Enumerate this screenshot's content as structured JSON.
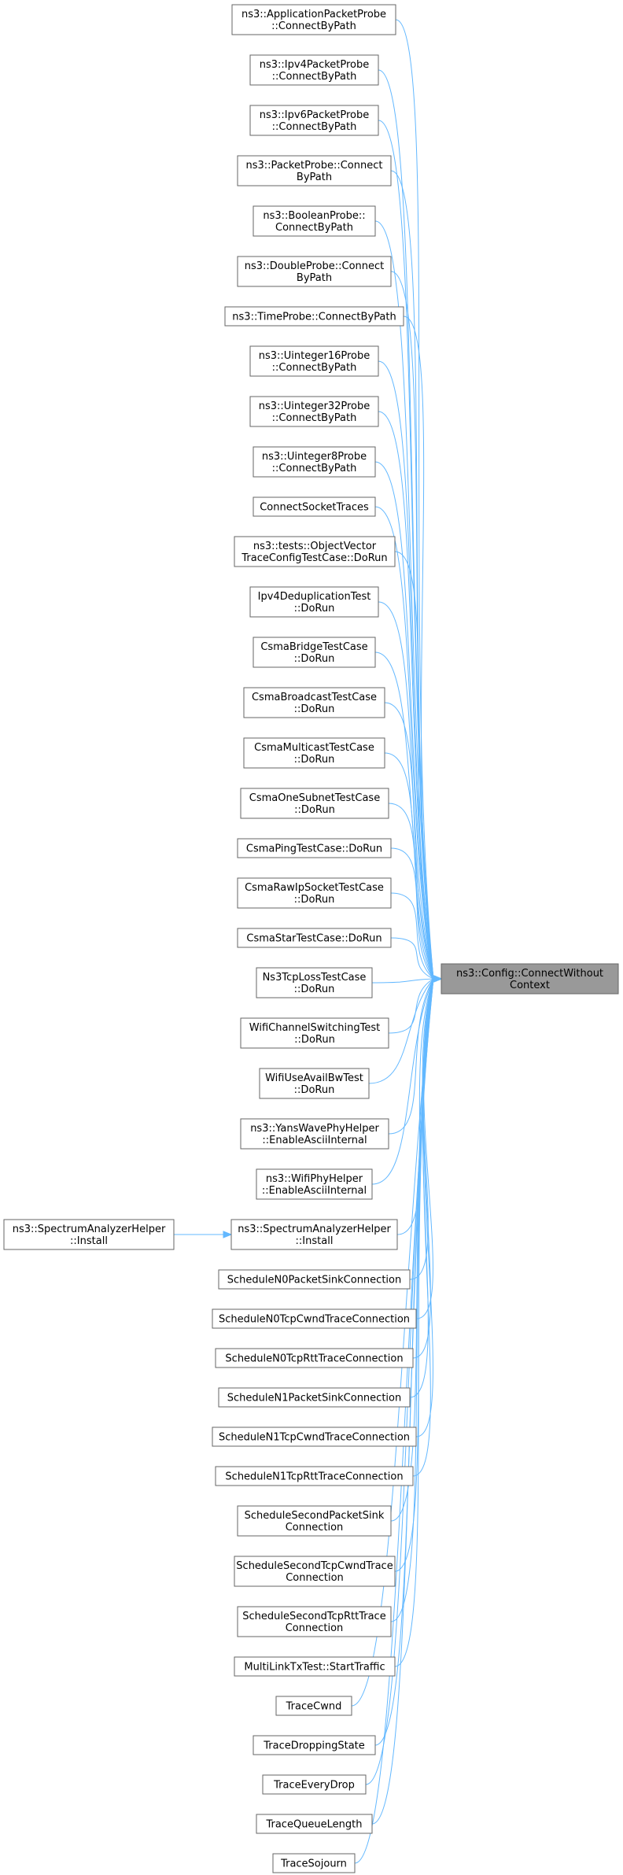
{
  "target": {
    "id": "target",
    "lines": [
      "ns3::Config::ConnectWithout",
      "Context"
    ]
  },
  "callers": [
    {
      "id": "n1",
      "lines": [
        "ns3::ApplicationPacketProbe",
        "::ConnectByPath"
      ]
    },
    {
      "id": "n2",
      "lines": [
        "ns3::Ipv4PacketProbe",
        "::ConnectByPath"
      ]
    },
    {
      "id": "n3",
      "lines": [
        "ns3::Ipv6PacketProbe",
        "::ConnectByPath"
      ]
    },
    {
      "id": "n4",
      "lines": [
        "ns3::PacketProbe::Connect",
        "ByPath"
      ]
    },
    {
      "id": "n5",
      "lines": [
        "ns3::BooleanProbe::",
        "ConnectByPath"
      ]
    },
    {
      "id": "n6",
      "lines": [
        "ns3::DoubleProbe::Connect",
        "ByPath"
      ]
    },
    {
      "id": "n7",
      "lines": [
        "ns3::TimeProbe::ConnectByPath"
      ]
    },
    {
      "id": "n8",
      "lines": [
        "ns3::Uinteger16Probe",
        "::ConnectByPath"
      ]
    },
    {
      "id": "n9",
      "lines": [
        "ns3::Uinteger32Probe",
        "::ConnectByPath"
      ]
    },
    {
      "id": "n10",
      "lines": [
        "ns3::Uinteger8Probe",
        "::ConnectByPath"
      ]
    },
    {
      "id": "n11",
      "lines": [
        "ConnectSocketTraces"
      ]
    },
    {
      "id": "n12",
      "lines": [
        "ns3::tests::ObjectVector",
        "TraceConfigTestCase::DoRun"
      ]
    },
    {
      "id": "n13",
      "lines": [
        "Ipv4DeduplicationTest",
        "::DoRun"
      ]
    },
    {
      "id": "n14",
      "lines": [
        "CsmaBridgeTestCase",
        "::DoRun"
      ]
    },
    {
      "id": "n15",
      "lines": [
        "CsmaBroadcastTestCase",
        "::DoRun"
      ]
    },
    {
      "id": "n16",
      "lines": [
        "CsmaMulticastTestCase",
        "::DoRun"
      ]
    },
    {
      "id": "n17",
      "lines": [
        "CsmaOneSubnetTestCase",
        "::DoRun"
      ]
    },
    {
      "id": "n18",
      "lines": [
        "CsmaPingTestCase::DoRun"
      ]
    },
    {
      "id": "n19",
      "lines": [
        "CsmaRawIpSocketTestCase",
        "::DoRun"
      ]
    },
    {
      "id": "n20",
      "lines": [
        "CsmaStarTestCase::DoRun"
      ]
    },
    {
      "id": "n21",
      "lines": [
        "Ns3TcpLossTestCase",
        "::DoRun"
      ]
    },
    {
      "id": "n22",
      "lines": [
        "WifiChannelSwitchingTest",
        "::DoRun"
      ]
    },
    {
      "id": "n23",
      "lines": [
        "WifiUseAvailBwTest",
        "::DoRun"
      ]
    },
    {
      "id": "n24",
      "lines": [
        "ns3::YansWavePhyHelper",
        "::EnableAsciiInternal"
      ]
    },
    {
      "id": "n25",
      "lines": [
        "ns3::WifiPhyHelper",
        "::EnableAsciiInternal"
      ]
    },
    {
      "id": "n26",
      "lines": [
        "ns3::SpectrumAnalyzerHelper",
        "::Install"
      ]
    },
    {
      "id": "n27",
      "lines": [
        "ScheduleN0PacketSinkConnection"
      ]
    },
    {
      "id": "n28",
      "lines": [
        "ScheduleN0TcpCwndTraceConnection"
      ]
    },
    {
      "id": "n29",
      "lines": [
        "ScheduleN0TcpRttTraceConnection"
      ]
    },
    {
      "id": "n30",
      "lines": [
        "ScheduleN1PacketSinkConnection"
      ]
    },
    {
      "id": "n31",
      "lines": [
        "ScheduleN1TcpCwndTraceConnection"
      ]
    },
    {
      "id": "n32",
      "lines": [
        "ScheduleN1TcpRttTraceConnection"
      ]
    },
    {
      "id": "n33",
      "lines": [
        "ScheduleSecondPacketSink",
        "Connection"
      ]
    },
    {
      "id": "n34",
      "lines": [
        "ScheduleSecondTcpCwndTrace",
        "Connection"
      ]
    },
    {
      "id": "n35",
      "lines": [
        "ScheduleSecondTcpRttTrace",
        "Connection"
      ]
    },
    {
      "id": "n36",
      "lines": [
        "MultiLinkTxTest::StartTraffic"
      ]
    },
    {
      "id": "n37",
      "lines": [
        "TraceCwnd"
      ]
    },
    {
      "id": "n38",
      "lines": [
        "TraceDroppingState"
      ]
    },
    {
      "id": "n39",
      "lines": [
        "TraceEveryDrop"
      ]
    },
    {
      "id": "n40",
      "lines": [
        "TraceQueueLength"
      ]
    },
    {
      "id": "n41",
      "lines": [
        "TraceSojourn"
      ]
    }
  ],
  "outer_callers": [
    {
      "id": "n42",
      "lines": [
        "ns3::SpectrumAnalyzerHelper",
        "::Install"
      ]
    }
  ],
  "edges": [
    [
      "n1",
      "target"
    ],
    [
      "n2",
      "target"
    ],
    [
      "n3",
      "target"
    ],
    [
      "n4",
      "target"
    ],
    [
      "n5",
      "target"
    ],
    [
      "n6",
      "target"
    ],
    [
      "n7",
      "target"
    ],
    [
      "n8",
      "target"
    ],
    [
      "n9",
      "target"
    ],
    [
      "n10",
      "target"
    ],
    [
      "n11",
      "target"
    ],
    [
      "n12",
      "target"
    ],
    [
      "n13",
      "target"
    ],
    [
      "n14",
      "target"
    ],
    [
      "n15",
      "target"
    ],
    [
      "n16",
      "target"
    ],
    [
      "n17",
      "target"
    ],
    [
      "n18",
      "target"
    ],
    [
      "n19",
      "target"
    ],
    [
      "n20",
      "target"
    ],
    [
      "n21",
      "target"
    ],
    [
      "n22",
      "target"
    ],
    [
      "n23",
      "target"
    ],
    [
      "n24",
      "target"
    ],
    [
      "n25",
      "target"
    ],
    [
      "n26",
      "target"
    ],
    [
      "n27",
      "target"
    ],
    [
      "n28",
      "target"
    ],
    [
      "n29",
      "target"
    ],
    [
      "n30",
      "target"
    ],
    [
      "n31",
      "target"
    ],
    [
      "n32",
      "target"
    ],
    [
      "n33",
      "target"
    ],
    [
      "n34",
      "target"
    ],
    [
      "n35",
      "target"
    ],
    [
      "n36",
      "target"
    ],
    [
      "n37",
      "target"
    ],
    [
      "n38",
      "target"
    ],
    [
      "n39",
      "target"
    ],
    [
      "n40",
      "target"
    ],
    [
      "n41",
      "target"
    ],
    [
      "n42",
      "n26"
    ]
  ],
  "colors": {
    "edge": "#63b8ff",
    "node_border": "#666666",
    "target_fill": "#999999",
    "node_fill": "#ffffff"
  }
}
